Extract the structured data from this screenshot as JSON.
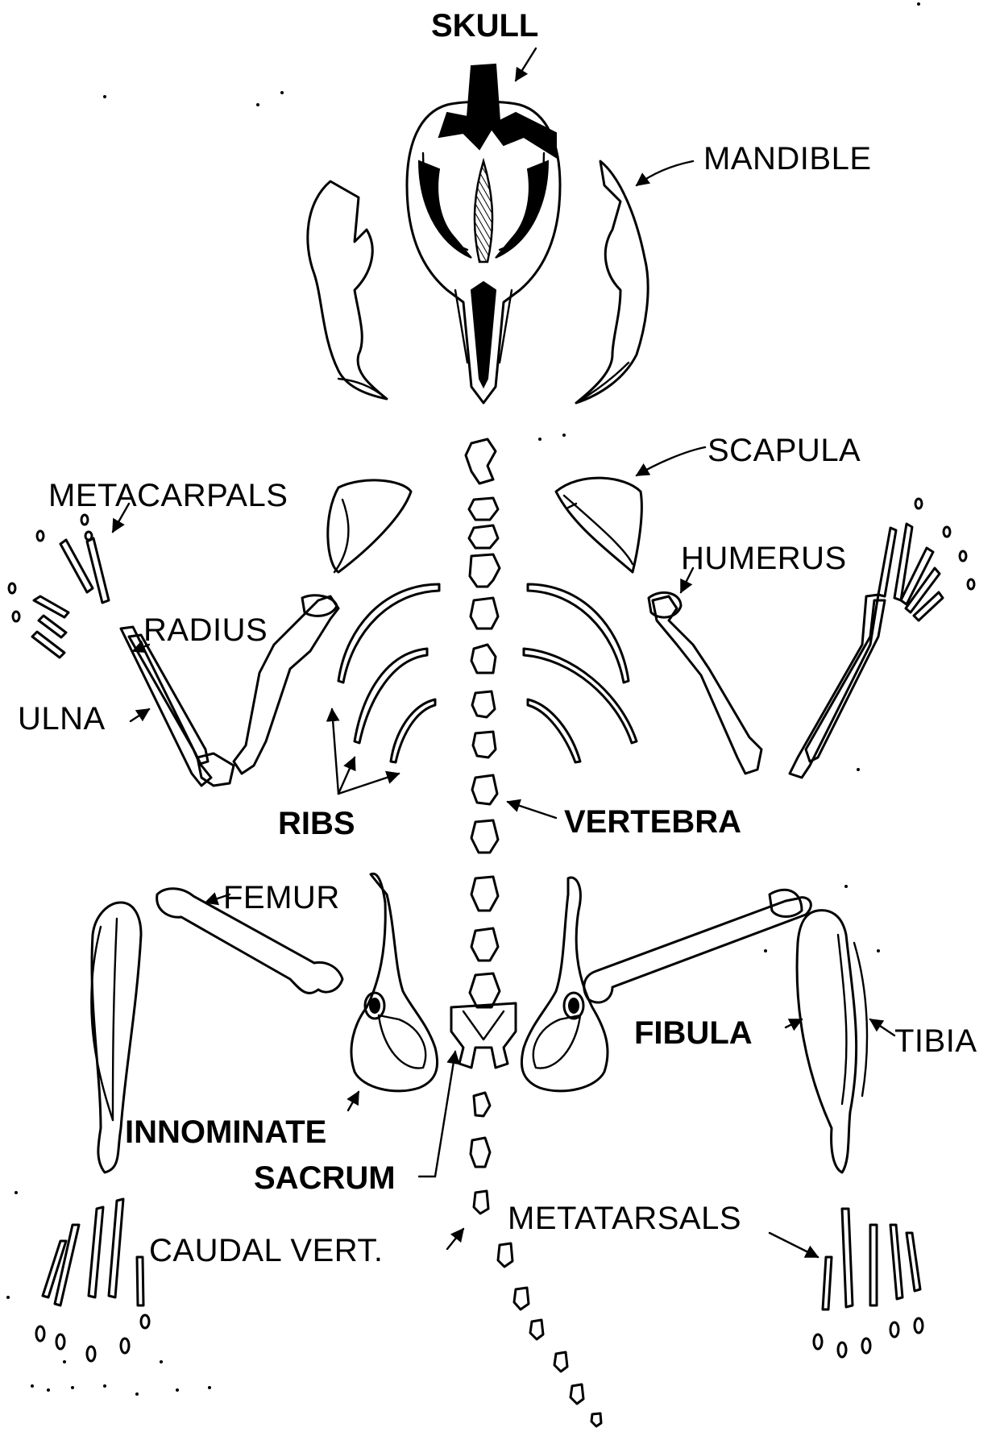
{
  "labels": {
    "skull": "SKULL",
    "mandible": "MANDIBLE",
    "scapula": "SCAPULA",
    "metacarpals": "METACARPALS",
    "humerus": "HUMERUS",
    "radius": "RADIUS",
    "ulna": "ULNA",
    "ribs": "RIBS",
    "vertebra": "VERTEBRA",
    "femur": "FEMUR",
    "fibula": "FIBULA",
    "tibia": "TIBIA",
    "innominate": "INNOMINATE",
    "sacrum": "SACRUM",
    "caudal_vert": "CAUDAL VERT.",
    "metatarsals": "METATARSALS"
  }
}
